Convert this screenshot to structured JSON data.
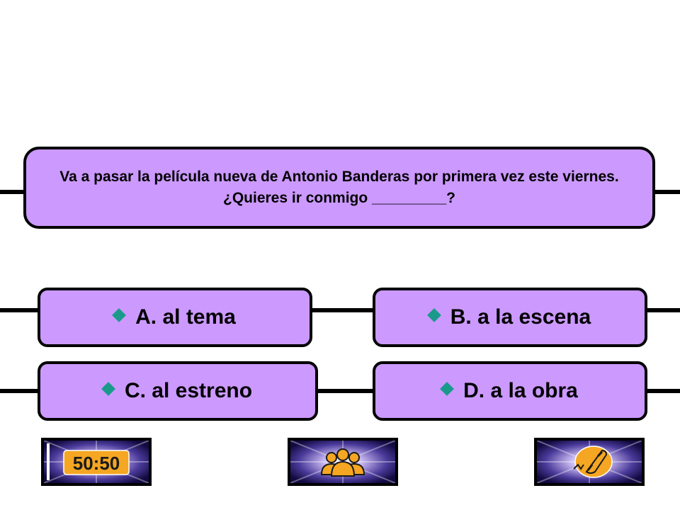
{
  "question": {
    "text": "Va a pasar la película nueva de Antonio Banderas por primera vez este viernes. ¿Quieres ir conmigo _________?"
  },
  "answers": [
    {
      "label": "A. al tema"
    },
    {
      "label": "B. a la escena"
    },
    {
      "label": "C. al estreno"
    },
    {
      "label": "D. a la obra"
    }
  ],
  "lifelines": {
    "fifty_fifty": {
      "label": "50:50",
      "icon": "fifty-fifty-icon"
    },
    "ask_audience": {
      "icon": "audience-icon"
    },
    "phone_friend": {
      "icon": "phone-icon"
    }
  },
  "colors": {
    "box_fill": "#cc99ff",
    "border": "#000000",
    "diamond": "#1a9a8a",
    "lifeline_orange": "#f5a623"
  }
}
